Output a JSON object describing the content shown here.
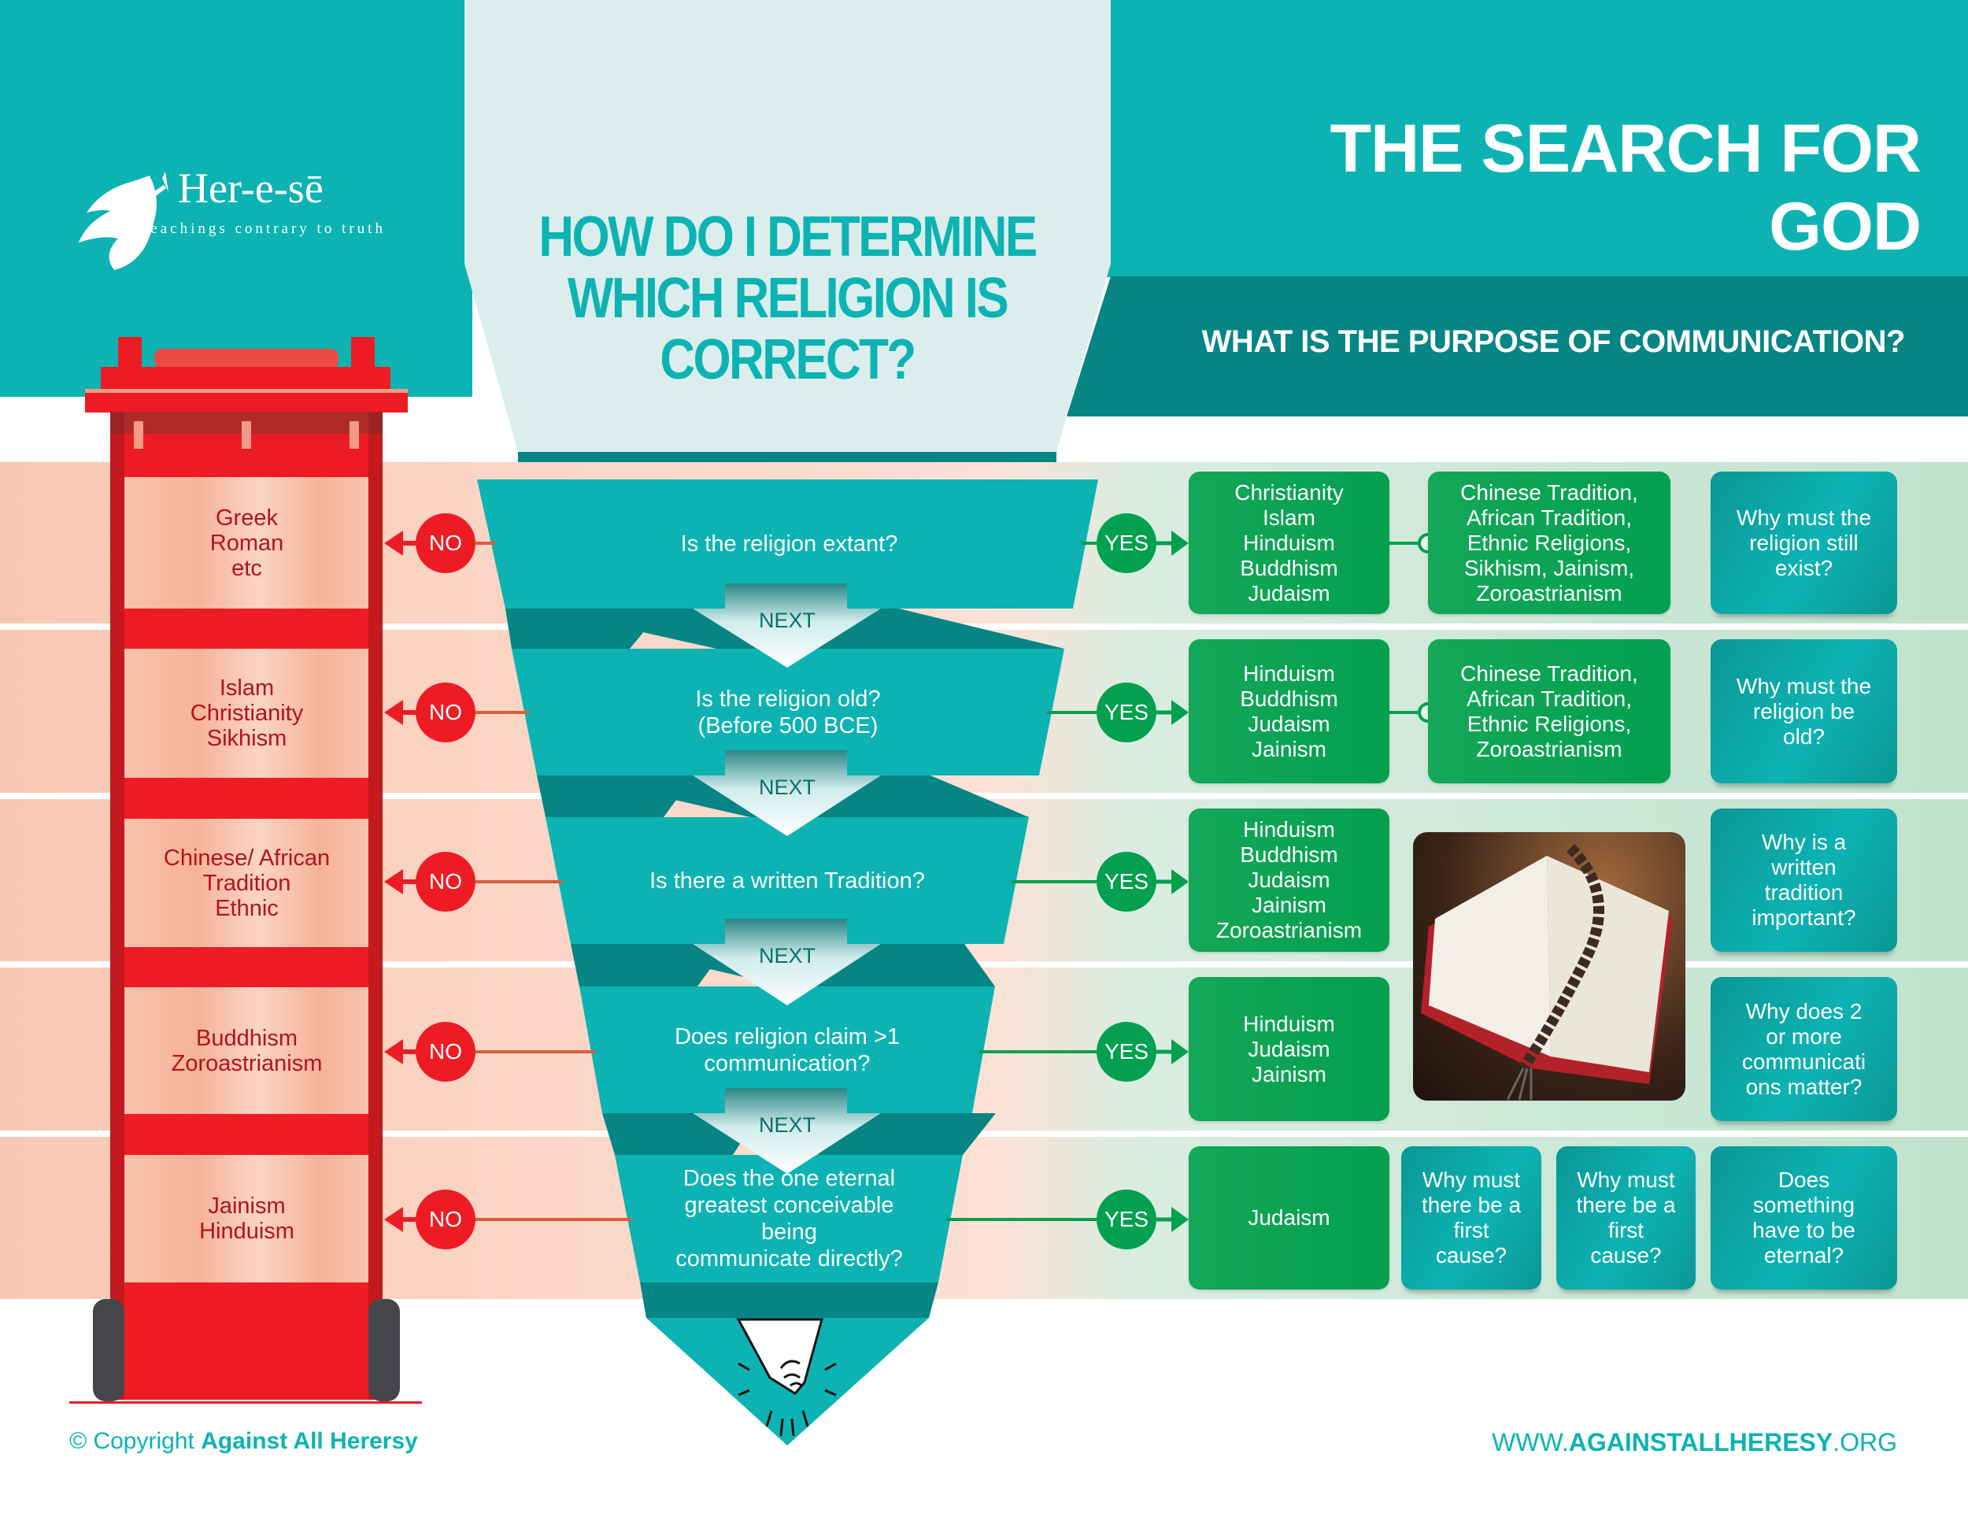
{
  "header": {
    "logo_name": "Her-e-sē",
    "logo_tagline": "teachings contrary to truth",
    "center_title": "HOW DO I DETERMINE\nWHICH RELIGION IS\nCORRECT?",
    "title": "THE SEARCH FOR GOD",
    "subtitle": "WHAT IS THE PURPOSE OF COMMUNICATION?"
  },
  "labels": {
    "no": "NO",
    "yes": "YES",
    "next": "NEXT"
  },
  "rows": [
    {
      "question": "Is the religion extant?",
      "rejected": "Greek\nRoman\netc",
      "accepted": "Christianity\nIslam\nHinduism\nBuddhism\nJudaism",
      "alternatives": "Chinese Tradition,\nAfrican Tradition,\nEthnic Religions,\nSikhism, Jainism,\nZoroastrianism",
      "why": "Why must the\nreligion still\nexist?"
    },
    {
      "question": "Is the religion old?\n(Before 500 BCE)",
      "rejected": "Islam\nChristianity\nSikhism",
      "accepted": "Hinduism\nBuddhism\nJudaism\nJainism",
      "alternatives": "Chinese Tradition,\nAfrican Tradition,\nEthnic Religions,\nZoroastrianism",
      "why": "Why must the\nreligion be\nold?"
    },
    {
      "question": "Is there a written Tradition?",
      "rejected": "Chinese/ African\nTradition\nEthnic",
      "accepted": "Hinduism\nBuddhism\nJudaism\nJainism\nZoroastrianism",
      "why": "Why is a\nwritten\ntradition\nimportant?"
    },
    {
      "question": "Does religion claim >1\ncommunication?",
      "rejected": "Buddhism\nZoroastrianism",
      "accepted": "Hinduism\nJudaism\nJainism",
      "why": "Why does 2\nor more\ncommunicati\nons matter?"
    },
    {
      "question": "Does the one eternal\ngreatest conceivable being\ncommunicate directly?",
      "rejected": "Jainism\nHinduism",
      "accepted": "Judaism",
      "extra_questions": [
        "Why must\nthere be a\nfirst\ncause?",
        "Why must\nthere be a\nfirst\ncause?"
      ],
      "why": "Does\nsomething\nhave to be\neternal?"
    }
  ],
  "footer": {
    "copyright_prefix": "© Copyright",
    "copyright_brand": "Against All Herersy",
    "website_prefix": "WWW.",
    "website_domain": "AGAINSTALLHERESY",
    "website_suffix": ".ORG"
  },
  "colors": {
    "teal": "#0db3b3",
    "dark_teal": "#068584",
    "green": "#03a04f",
    "red": "#ed1c24"
  }
}
